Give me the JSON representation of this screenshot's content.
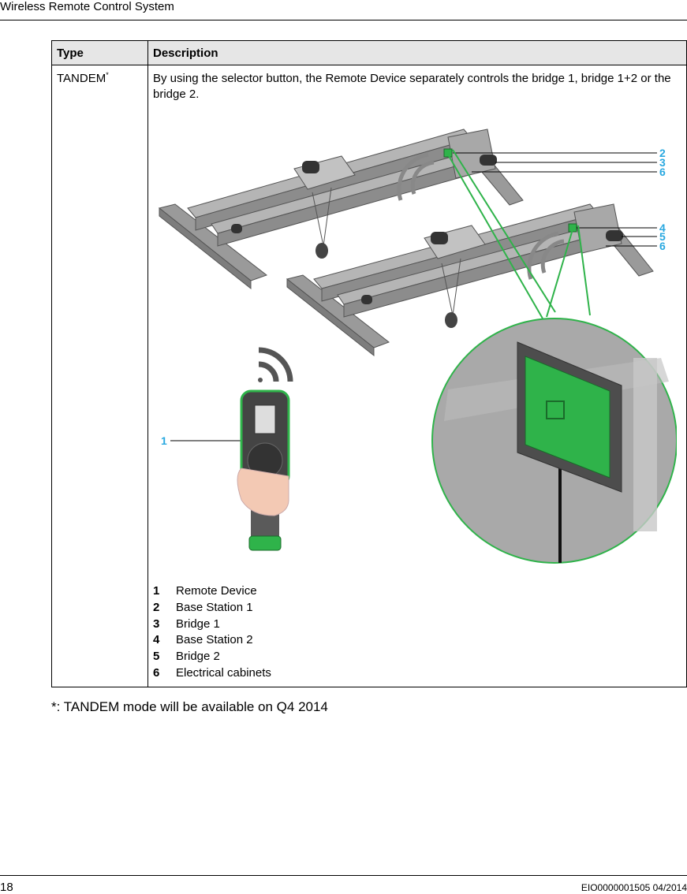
{
  "header": {
    "title": "Wireless Remote Control System"
  },
  "table": {
    "columns": [
      "Type",
      "Description"
    ],
    "row": {
      "type": "TANDEM",
      "type_sup": "*",
      "description": "By using the selector button, the Remote Device separately controls the bridge 1, bridge 1+2 or the bridge 2."
    }
  },
  "figure": {
    "callouts": [
      "2",
      "3",
      "6",
      "4",
      "5",
      "6",
      "1"
    ],
    "callout_color": "#29a8e0",
    "accent_green": "#2fb34a"
  },
  "legend": [
    {
      "num": "1",
      "label": "Remote Device"
    },
    {
      "num": "2",
      "label": "Base Station 1"
    },
    {
      "num": "3",
      "label": "Bridge 1"
    },
    {
      "num": "4",
      "label": "Base Station 2"
    },
    {
      "num": "5",
      "label": "Bridge 2"
    },
    {
      "num": "6",
      "label": "Electrical cabinets"
    }
  ],
  "footnote": "*: TANDEM mode will be available on Q4 2014",
  "footer": {
    "page_number": "18",
    "doc_code": "EIO0000001505 04/2014"
  }
}
